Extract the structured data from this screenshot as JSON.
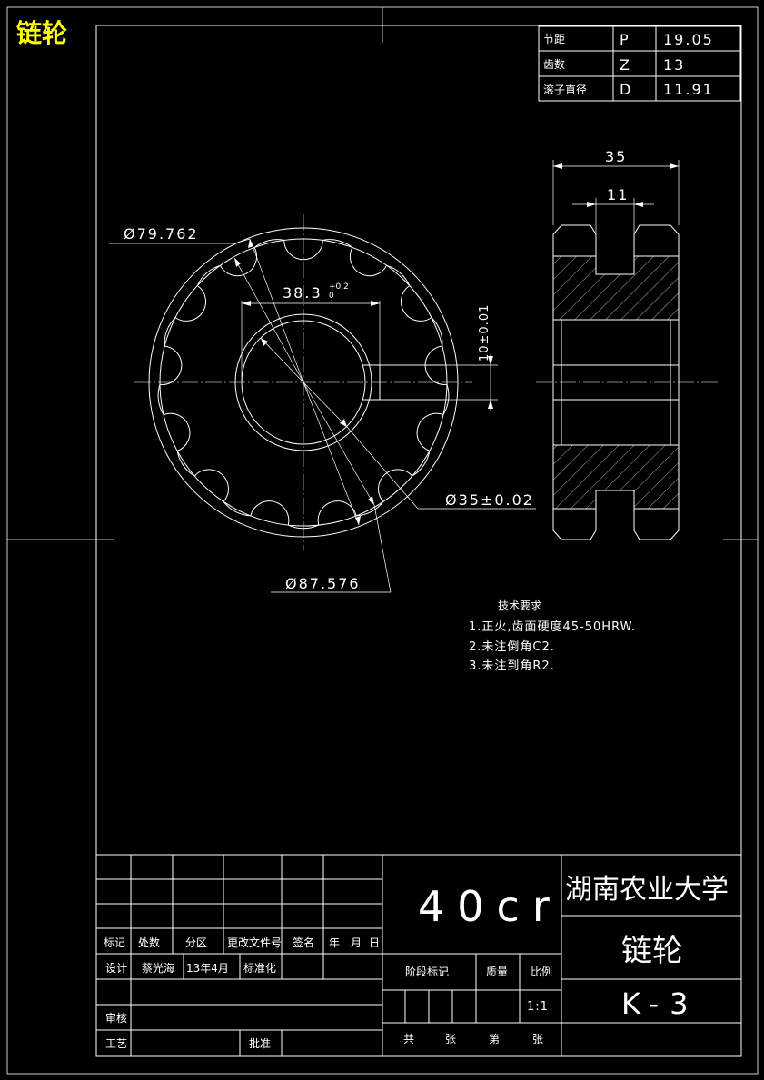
{
  "drawing_title": "链轮",
  "param_table": [
    {
      "name": "节距",
      "symbol": "P",
      "value": "19.05"
    },
    {
      "name": "齿数",
      "symbol": "Z",
      "value": "13"
    },
    {
      "name": "滚子直径",
      "symbol": "D",
      "value": "11.91"
    }
  ],
  "dimensions": {
    "width_35": "35",
    "slot_11": "11",
    "dia_79": "Ø79.762",
    "dia_87": "Ø87.576",
    "dia_35": "Ø35±0.02",
    "bore_38": "38.3",
    "bore_38_tol": "+0.2",
    "bore_38_tol_low": "0",
    "keyway_10": "10±0.01"
  },
  "tech_req": {
    "title": "技术要求",
    "items": [
      "1.正火,齿面硬度45-50HRW.",
      "2.未注倒角C2.",
      "3.未注到角R2."
    ]
  },
  "title_block": {
    "material": "40cr",
    "school": "湖南农业大学",
    "part_name": "链轮",
    "drawing_no": "K-3",
    "rev_headers": [
      "标记",
      "处数",
      "分区",
      "更改文件号",
      "签名",
      "年",
      "月",
      "日"
    ],
    "design_label": "设计",
    "designer": "蔡光海",
    "date": "13年4月",
    "standardize": "标准化",
    "review": "审核",
    "process": "工艺",
    "approve": "批准",
    "stage_mark": "阶段标记",
    "mass": "质量",
    "scale_label": "比例",
    "scale": "1:1",
    "total": "共",
    "sheets1": "张",
    "nth": "第",
    "sheets2": "张"
  }
}
